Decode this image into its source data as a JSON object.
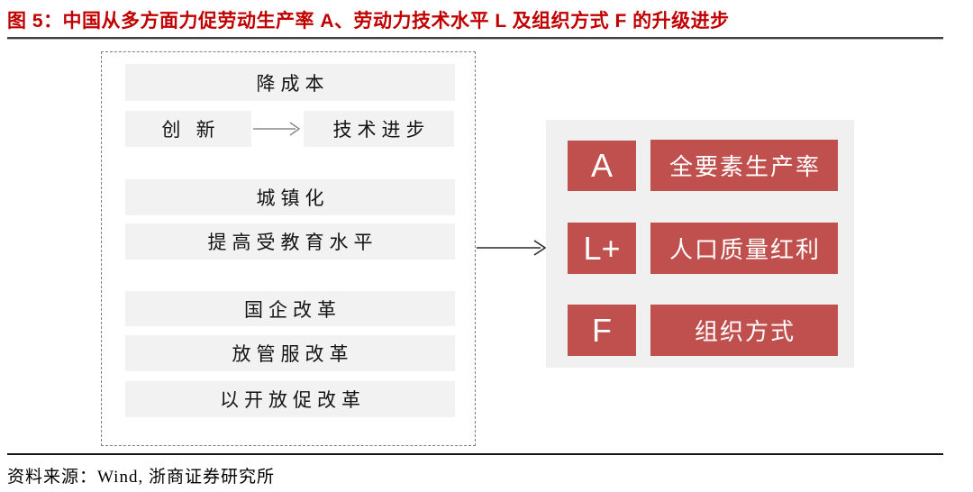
{
  "figure": {
    "title": "图 5：中国从多方面力促劳动生产率 A、劳动力技术水平 L 及组织方式 F 的升级进步",
    "source": "资料来源：Wind, 浙商证券研究所"
  },
  "colors": {
    "title_red": "#C00000",
    "accent_red": "#C0504D",
    "panel_bg": "#F0F0F0",
    "item_bg": "#F2F2F2"
  },
  "policy_box": {
    "items": {
      "cost_reduction": "降成本",
      "innovation": "创 新",
      "tech_progress": "技术进步",
      "urbanization": "城镇化",
      "education": "提高受教育水平",
      "soe_reform": "国企改革",
      "fangguanfu_reform": "放管服改革",
      "opening_reform": "以开放促改革"
    }
  },
  "output_panel": {
    "rows": [
      {
        "symbol": "A",
        "label": "全要素生产率"
      },
      {
        "symbol": "L+",
        "label": "人口质量红利"
      },
      {
        "symbol": "F",
        "label": "组织方式"
      }
    ]
  }
}
